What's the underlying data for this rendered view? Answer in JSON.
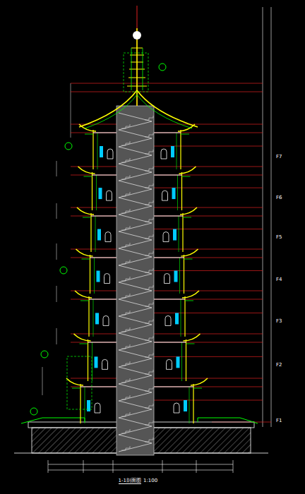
{
  "diagram": {
    "title": "1-1剖面图",
    "nodes": [],
    "edges": [],
    "labels": [
      "F7",
      "F6",
      "F5",
      "F4",
      "F3",
      "F2",
      "F1",
      "1:100"
    ]
  }
}
